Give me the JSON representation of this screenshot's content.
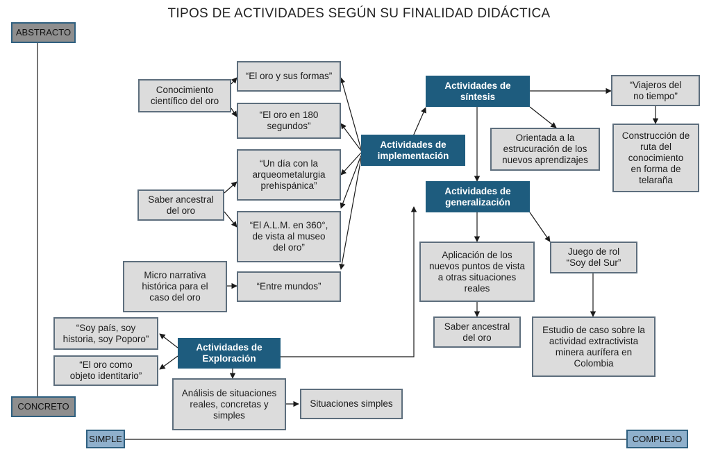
{
  "title": "TIPOS DE ACTIVIDADES SEGÚN SU FINALIDAD DIDÁCTICA",
  "axes": {
    "abstracto": "ABSTRACTO",
    "concreto": "CONCRETO",
    "simple": "SIMPLE",
    "complejo": "COMPLEJO"
  },
  "categories": {
    "implementacion": "Actividades de\nimplementación",
    "sintesis": "Actividades de\nsíntesis",
    "generalizacion": "Actividades de\ngeneralización",
    "exploracion": "Actividades de\nExploración"
  },
  "sources": {
    "conocimiento": "Conocimiento\ncientífico del oro",
    "saber_ancestral": "Saber ancestral\ndel oro",
    "micro_narrativa": "Micro narrativa\nhistórica para el\ncaso del oro"
  },
  "implementacion_items": {
    "oro_formas": "“El oro y sus formas”",
    "oro_180": "“El oro en 180\nsegundos”",
    "un_dia": "“Un día con la\narqueometalurgia\nprehispánica”",
    "alm_360": "“El A.L.M. en 360°,\nde vista al museo\ndel oro”",
    "entre_mundos": "“Entre mundos”"
  },
  "sintesis_items": {
    "orientada": "Orientada a la\nestrucuración de los\nnuevos aprendizajes",
    "viajeros": "“Viajeros del\nno tiempo”",
    "construccion": "Construcción de\nruta del\nconocimiento\nen forma de\ntelaraña"
  },
  "generalizacion_items": {
    "aplicacion": "Aplicación de los\nnuevos puntos de vista\na otras situaciones\nreales",
    "saber_ancestral": "Saber ancestral\ndel oro",
    "juego_rol": "Juego de rol\n“Soy del Sur”",
    "estudio_caso": "Estudio de caso sobre la\nactividad extractivista\nminera aurífera en\nColombia"
  },
  "exploracion_items": {
    "soy_pais": "“Soy país, soy\nhistoria, soy Poporo”",
    "oro_objeto": "“El oro como\nobjeto identitario”",
    "analisis": "Análisis de situaciones\nreales, concretas y\nsimples",
    "situaciones_simples": "Situaciones simples"
  },
  "colors": {
    "dark_box": "#1e5c7e",
    "light_box": "#dcdcdc",
    "box_border": "#5d6e7d",
    "axis_gray": "#8e8e8e",
    "axis_blue": "#8fb0cc",
    "line": "#1a1a1a"
  }
}
